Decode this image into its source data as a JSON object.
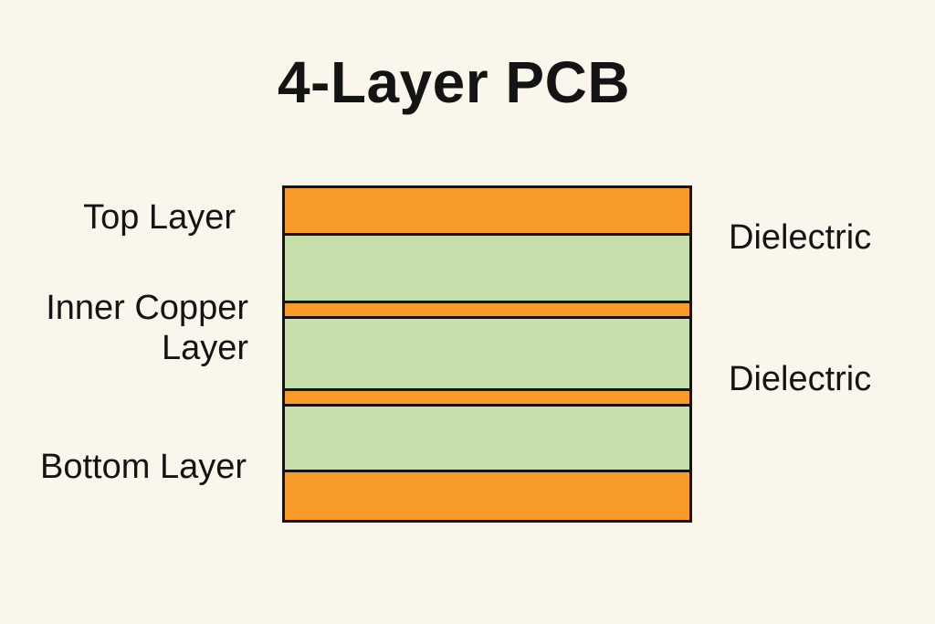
{
  "title": "4-Layer PCB",
  "colors": {
    "background": "#FAF6EB",
    "copper": "#F89B29",
    "dielectric": "#C7E0AB",
    "outline": "#131313",
    "text": "#141414"
  },
  "stack": {
    "layers": [
      {
        "kind": "copper",
        "name": "top-copper",
        "height": 49
      },
      {
        "kind": "dielectric",
        "name": "dielectric-1",
        "height": 71
      },
      {
        "kind": "copper",
        "name": "inner-copper-1",
        "height": 14
      },
      {
        "kind": "dielectric",
        "name": "dielectric-2",
        "height": 76
      },
      {
        "kind": "copper",
        "name": "inner-copper-2",
        "height": 14
      },
      {
        "kind": "dielectric",
        "name": "dielectric-3",
        "height": 69
      },
      {
        "kind": "copper",
        "name": "bottom-copper",
        "height": 52
      }
    ]
  },
  "labels": {
    "top_layer": "Top Layer",
    "inner_copper_layer": "Inner Copper Layer",
    "bottom_layer": "Bottom Layer",
    "dielectric_upper": "Dielectric",
    "dielectric_lower": "Dielectric"
  }
}
